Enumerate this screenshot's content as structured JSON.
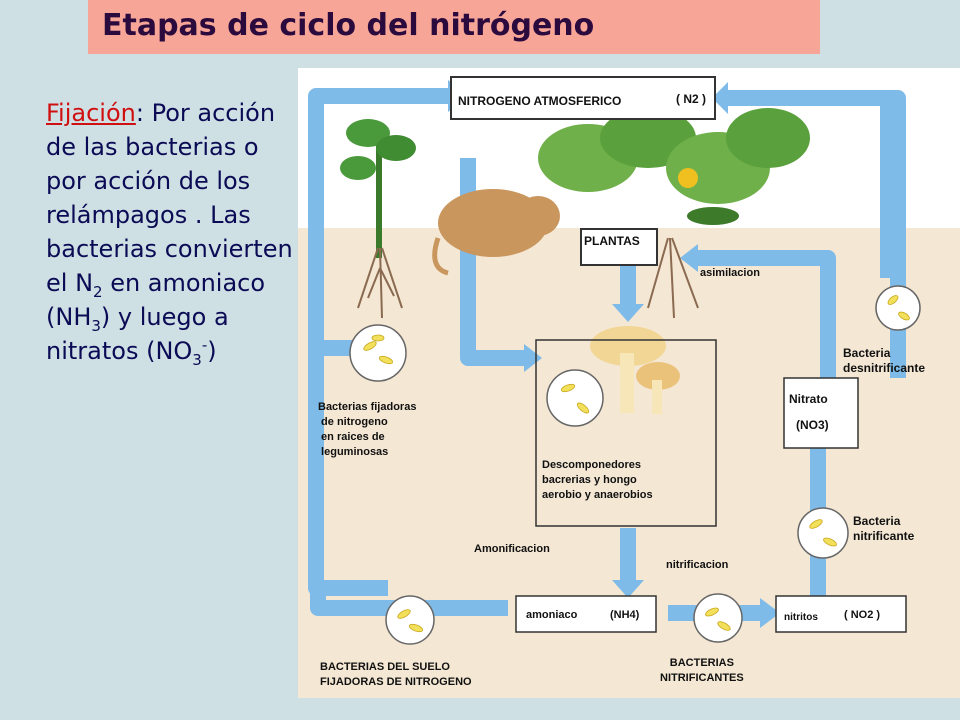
{
  "title": "Etapas de ciclo del nitrógeno",
  "text": {
    "heading": "Fijación",
    "colon": ":",
    "p1": " Por acción de las bacterias o por acción de los relámpagos . Las bacterias convierten el N",
    "sub_n2": "2",
    "p2": " en amoniaco (NH",
    "sub_nh3": "3",
    "p3": ") y luego a nitratos (NO",
    "sub_no3": "3",
    "sup_no3": "-",
    "p4": ")"
  },
  "diagram": {
    "nitrogeno_atm": "NITROGENO ATMOSFERICO",
    "n2": "( N2 )",
    "plantas": "PLANTAS",
    "asimilacion": "asimilacion",
    "bacteria_desnitrificante": "Bacteria\ndesnitrificante",
    "nitrato": "Nitrato",
    "no3": "(NO3)",
    "bacterias_fijadoras": "Bacterias fijadoras\n de nitrogeno\n en raices de\n leguminosas",
    "descomponedores": "Descomponedores\nbacrerias y hongo\naerobio y anaerobios",
    "bacteria_nitrificante": "Bacteria\nnitrificante",
    "amonificacion": "Amonificacion",
    "nitrificacion": "nitrificacion",
    "amoniaco": "amoniaco",
    "nh4": "(NH4)",
    "nitritos": "nitritos",
    "no2": "( NO2 )",
    "bacterias_suelo": "BACTERIAS DEL SUELO\nFIJADORAS DE NITROGENO",
    "bacterias_nitrificantes": "BACTERIAS\nNITRIFICANTES"
  },
  "colors": {
    "arrow": "#7fbbe8",
    "soil": "#f4e7d4",
    "title_bg": "#f7a596",
    "heading": "#d01010",
    "text": "#0b0b55",
    "bacteria": "#f3e05a"
  }
}
